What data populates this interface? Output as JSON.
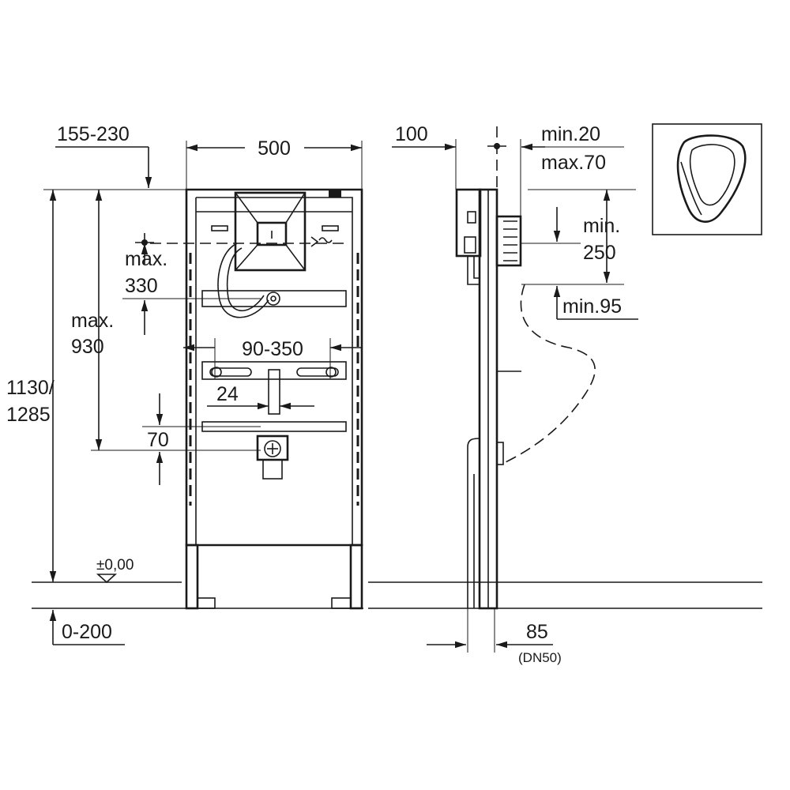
{
  "front_view": {
    "dim_depth_adjust": "155-230",
    "dim_width": "500",
    "dim_max_top": "max.",
    "dim_max_top_value": "330",
    "dim_max_height": "max.",
    "dim_max_height_value": "930",
    "dim_total_height_1": "1130/",
    "dim_total_height_2": "1285",
    "dim_bracket_spacing": "90-350",
    "dim_outlet_offset": "24",
    "dim_outlet_drop": "70",
    "floor_level": "±0,00",
    "dim_floor_adjust": "0-200"
  },
  "side_view": {
    "dim_wall_offset": "100",
    "dim_min_depth": "min.20",
    "dim_max_depth": "max.70",
    "dim_min_height_label": "min.",
    "dim_min_height_value": "250",
    "dim_min_clearance": "min.95",
    "dim_pipe": "85",
    "dim_pipe_note": "(DN50)"
  },
  "legend": {
    "icon": "urinal-icon"
  }
}
